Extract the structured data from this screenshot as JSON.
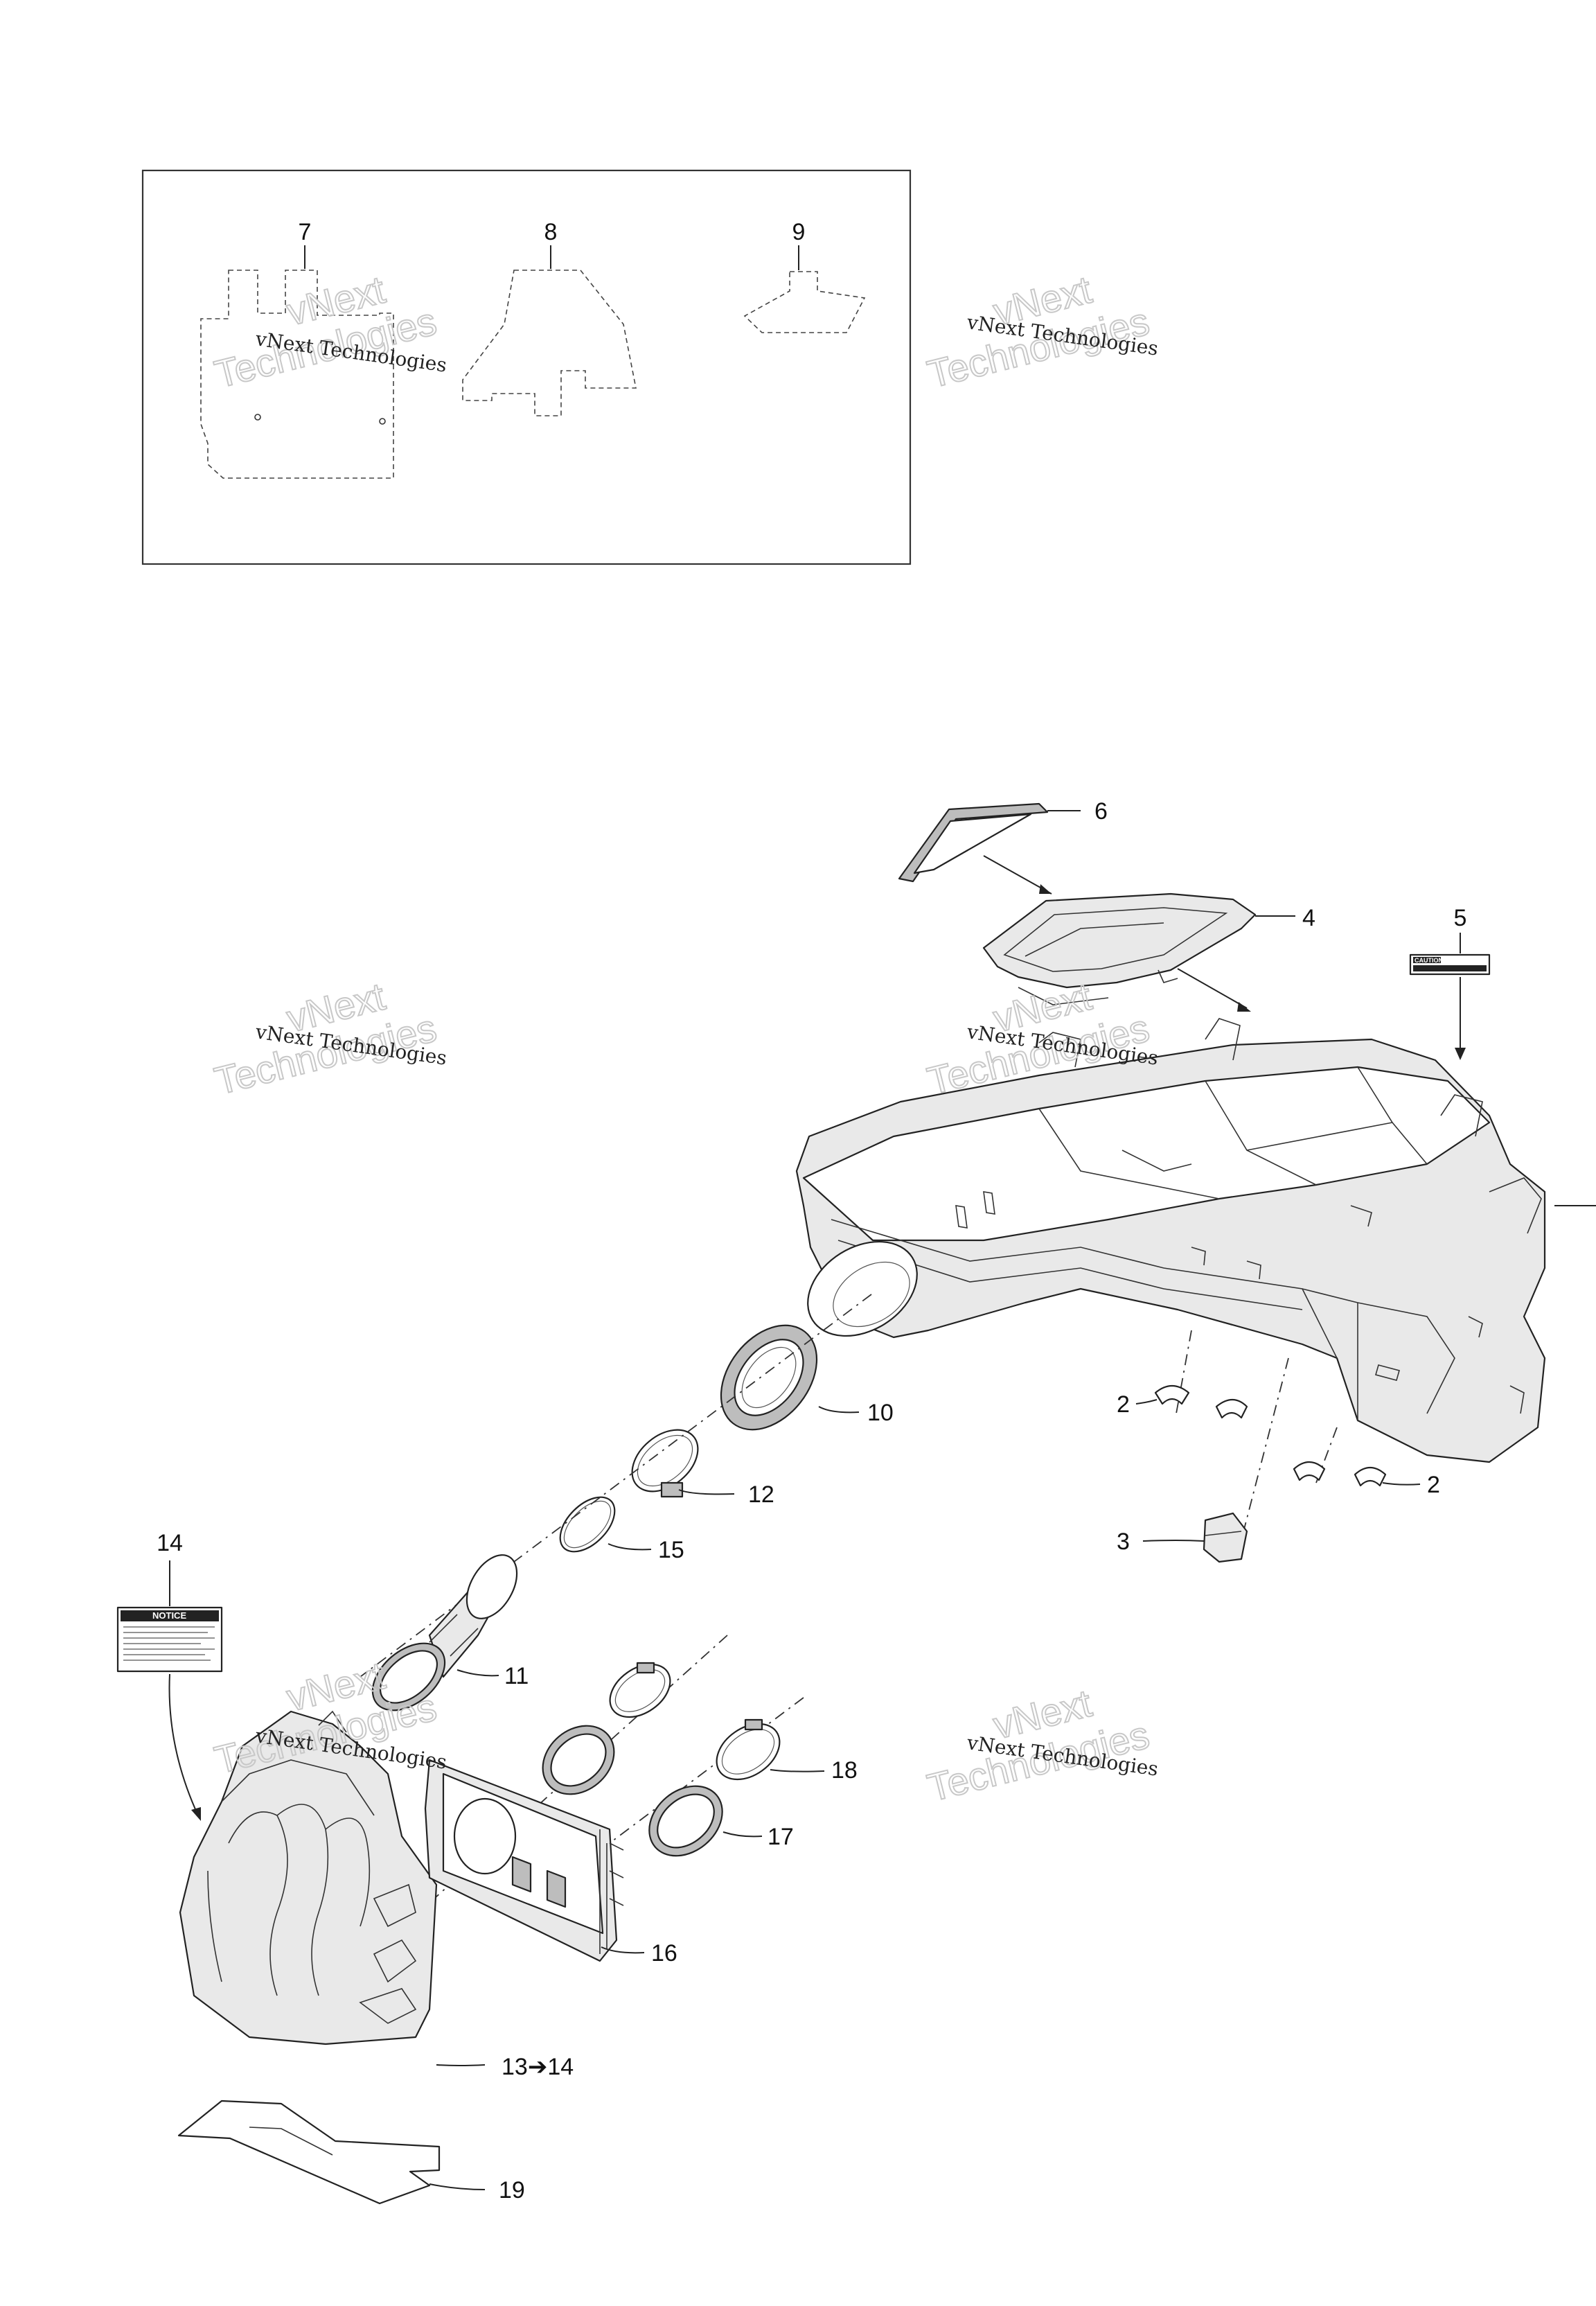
{
  "callouts": {
    "c7": "7",
    "c8": "8",
    "c9": "9",
    "c6": "6",
    "c4": "4",
    "c5": "5",
    "c2a": "2",
    "c2b": "2",
    "c3": "3",
    "c10": "10",
    "c12": "12",
    "c15": "15",
    "c14": "14",
    "c11": "11",
    "c18": "18",
    "c17": "17",
    "c16": "16",
    "c13": "13",
    "c13arrow": "➔",
    "c13target": "14",
    "c19": "19"
  },
  "watermarks": [
    {
      "line1": "vNext Technologies",
      "line2": "Technologies",
      "line0": "vNext"
    },
    {
      "line1": "vNext Technologies",
      "line2": "Technologies",
      "line0": "vNext"
    },
    {
      "line1": "vNext Technologies",
      "line2": "Technologies",
      "line0": "vNext"
    },
    {
      "line1": "vNext Technologies",
      "line2": "Technologies",
      "line0": "vNext"
    },
    {
      "line1": "vNext Technologies",
      "line2": "Technologies",
      "line0": "vNext"
    },
    {
      "line1": "vNext Technologies",
      "line2": "Technologies",
      "line0": "vNext"
    }
  ],
  "notice_label": {
    "header": "NOTICE"
  },
  "caution_label": {
    "header": "CAUTION"
  }
}
